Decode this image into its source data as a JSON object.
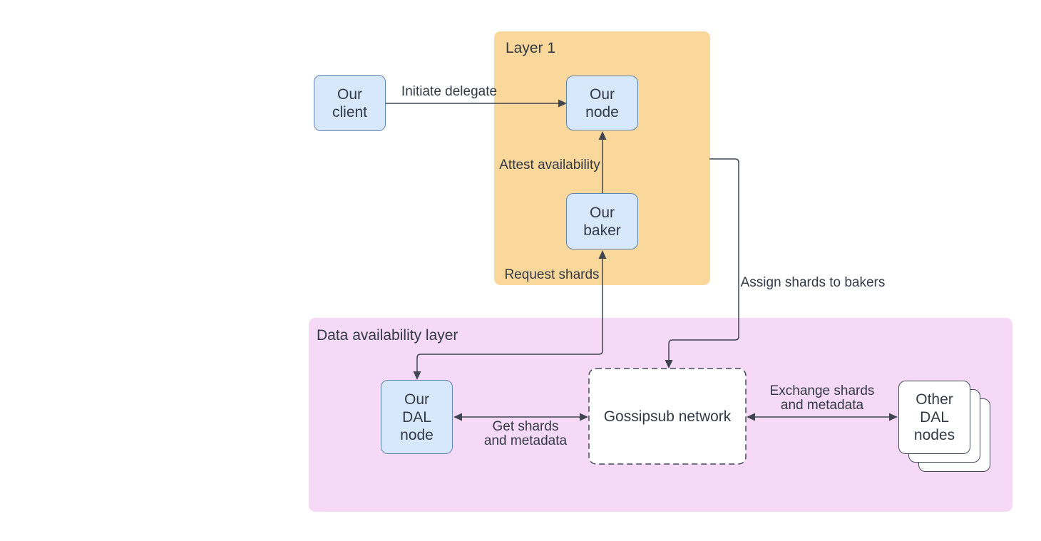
{
  "diagram": {
    "containers": {
      "layer1": {
        "label": "Layer 1",
        "fill": "#FAD89B"
      },
      "dal": {
        "label": "Data availability layer",
        "fill": "#F5D9F7"
      }
    },
    "nodes": {
      "our_client": {
        "label": "Our\nclient",
        "fill": "#D8E8FC",
        "border": "#5F83B3"
      },
      "our_node": {
        "label": "Our\nnode",
        "fill": "#D8E8FC",
        "border": "#5F83B3"
      },
      "our_baker": {
        "label": "Our\nbaker",
        "fill": "#D8E8FC",
        "border": "#5F83B3"
      },
      "our_dal_node": {
        "label": "Our\nDAL\nnode",
        "fill": "#D8E8FC",
        "border": "#5F83B3"
      },
      "gossipsub": {
        "label": "Gossipsub network",
        "fill": "#FFFFFF",
        "border": "#454C59",
        "border_style": "dashed"
      },
      "other_dal_nodes": {
        "label": "Other\nDAL\nnodes",
        "fill": "#FFFFFF",
        "border": "#454C59",
        "stacked_cards": 3
      }
    },
    "edges": {
      "initiate_delegate": {
        "label": "Initiate delegate",
        "from": "our_client",
        "to": "our_node",
        "direction": "single"
      },
      "attest_availability": {
        "label": "Attest availability",
        "from": "our_baker",
        "to": "our_node",
        "direction": "single"
      },
      "request_shards": {
        "label": "Request shards",
        "from": "our_dal_node",
        "to": "our_baker",
        "direction": "double"
      },
      "assign_shards": {
        "label": "Assign shards to bakers",
        "from": "layer1",
        "to": "gossipsub",
        "direction": "single"
      },
      "get_shards": {
        "label": "Get shards\nand metadata",
        "from": "our_dal_node",
        "to": "gossipsub",
        "direction": "double"
      },
      "exchange_shards": {
        "label": "Exchange shards\nand metadata",
        "from": "gossipsub",
        "to": "other_dal_nodes",
        "direction": "double"
      }
    },
    "colors": {
      "line": "#3F4651",
      "text": "#333A45",
      "background": "#FFFFFF"
    }
  }
}
